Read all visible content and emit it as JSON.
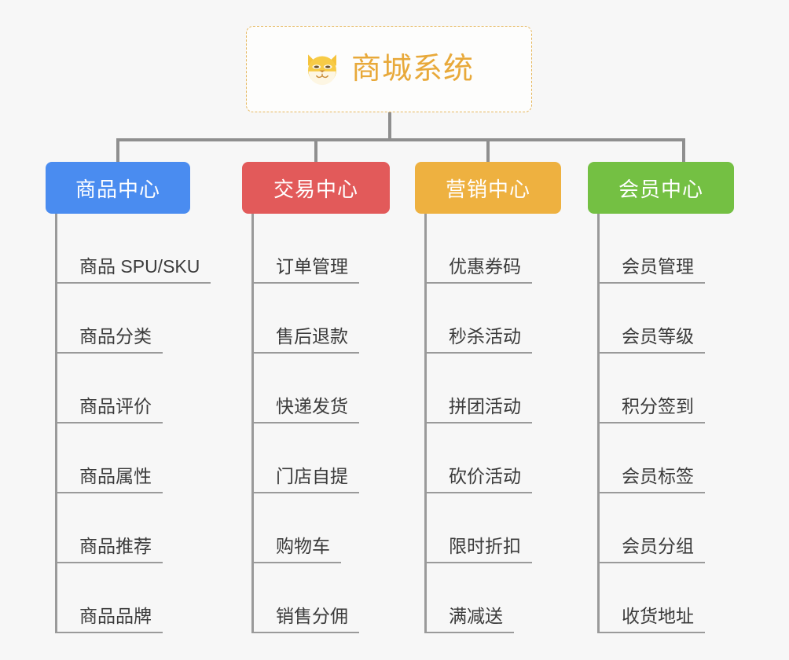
{
  "root": {
    "title": "商城系统",
    "icon": "shiba-dog-icon",
    "border_color": "#e6b860",
    "text_color": "#e8a93a"
  },
  "connector": {
    "color": "#8f8f8f"
  },
  "columns": [
    {
      "title": "商品中心",
      "color": "#4a8cf0",
      "items": [
        "商品 SPU/SKU",
        "商品分类",
        "商品评价",
        "商品属性",
        "商品推荐",
        "商品品牌"
      ]
    },
    {
      "title": "交易中心",
      "color": "#e25a5a",
      "items": [
        "订单管理",
        "售后退款",
        "快递发货",
        "门店自提",
        "购物车",
        "销售分佣"
      ]
    },
    {
      "title": "营销中心",
      "color": "#eeb140",
      "items": [
        "优惠券码",
        "秒杀活动",
        "拼团活动",
        "砍价活动",
        "限时折扣",
        "满减送"
      ]
    },
    {
      "title": "会员中心",
      "color": "#74c043",
      "items": [
        "会员管理",
        "会员等级",
        "积分签到",
        "会员标签",
        "会员分组",
        "收货地址"
      ]
    }
  ]
}
